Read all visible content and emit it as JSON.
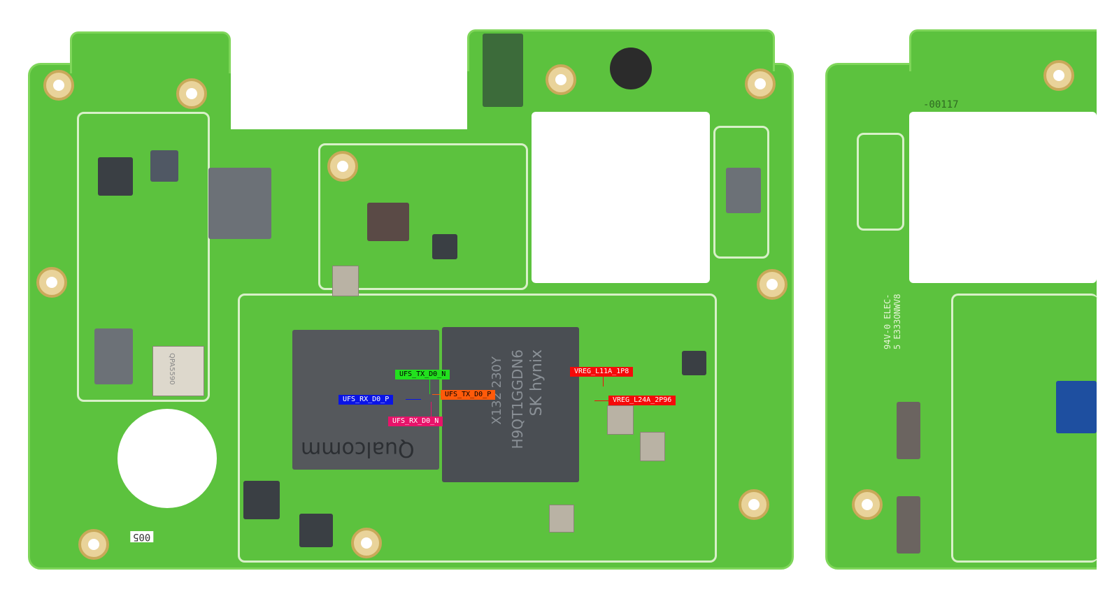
{
  "labels": {
    "ufs_tx_d0_n": {
      "text": "UFS_TX_D0_N",
      "color": "#22e01e",
      "text_color": "#000000"
    },
    "ufs_tx_d0_p": {
      "text": "UFS_TX_D0_P",
      "color": "#ff5a0a",
      "text_color": "#000000"
    },
    "ufs_rx_d0_p": {
      "text": "UFS_RX_D0_P",
      "color": "#0a14e6",
      "text_color": "#ffffff"
    },
    "ufs_rx_d0_n": {
      "text": "UFS_RX_D0_N",
      "color": "#e8136a",
      "text_color": "#ffffff"
    },
    "vreg_l11a_1p8": {
      "text": "VREG_L11A_1P8",
      "color": "#f50a0a",
      "text_color": "#ffffff"
    },
    "vreg_l24a_2p96": {
      "text": "VREG_L24A_2P96",
      "color": "#f50a0a",
      "text_color": "#ffffff"
    }
  },
  "markings": {
    "soc": "Qualcomm",
    "memory_brand": "SK hynix",
    "memory_part": "H9QT1GGDN6",
    "memory_lot": "X132  230Y",
    "board_code": "-00117",
    "rating": "94V-0 ELEC-5 E333ONWV8",
    "pad_id": "005",
    "pa_chip": "QPA5590"
  }
}
